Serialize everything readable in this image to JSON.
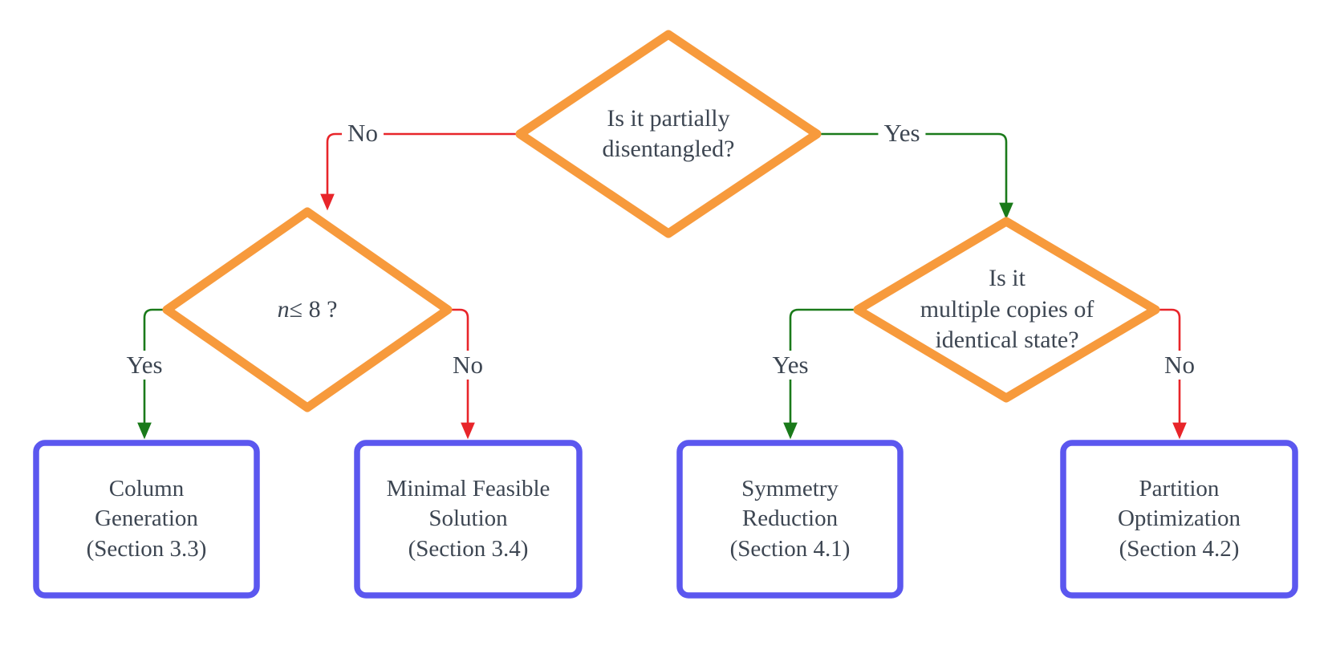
{
  "diagram": {
    "title": "Decision flowchart for method selection",
    "type": "flowchart",
    "colors": {
      "decision_border": "#f79a3c",
      "terminal_border": "#5b57ef",
      "yes_edge": "#1a7a1a",
      "no_edge": "#e8252a",
      "text": "#3d4652",
      "background": "#ffffff"
    }
  },
  "nodes": {
    "root_decision": {
      "kind": "decision",
      "line1": "Is it partially",
      "line2": "disentangled?"
    },
    "left_decision": {
      "kind": "decision",
      "symbol": "n",
      "relation": "≤ 8 ?"
    },
    "right_decision": {
      "kind": "decision",
      "line1": "Is it",
      "line2": "multiple copies of",
      "line3": "identical state?"
    },
    "outcome_column_generation": {
      "kind": "terminal",
      "line1": "Column",
      "line2": "Generation",
      "line3": "(Section 3.3)"
    },
    "outcome_minimal_feasible": {
      "kind": "terminal",
      "line1": "Minimal Feasible",
      "line2": "Solution",
      "line3": "(Section 3.4)"
    },
    "outcome_symmetry_reduction": {
      "kind": "terminal",
      "line1": "Symmetry",
      "line2": "Reduction",
      "line3": "(Section 4.1)"
    },
    "outcome_partition_optimization": {
      "kind": "terminal",
      "line1": "Partition",
      "line2": "Optimization",
      "line3": "(Section 4.2)"
    }
  },
  "edges": {
    "root_no": {
      "label": "No",
      "branch": "no"
    },
    "root_yes": {
      "label": "Yes",
      "branch": "yes"
    },
    "left_yes": {
      "label": "Yes",
      "branch": "yes"
    },
    "left_no": {
      "label": "No",
      "branch": "no"
    },
    "right_yes": {
      "label": "Yes",
      "branch": "yes"
    },
    "right_no": {
      "label": "No",
      "branch": "no"
    }
  }
}
